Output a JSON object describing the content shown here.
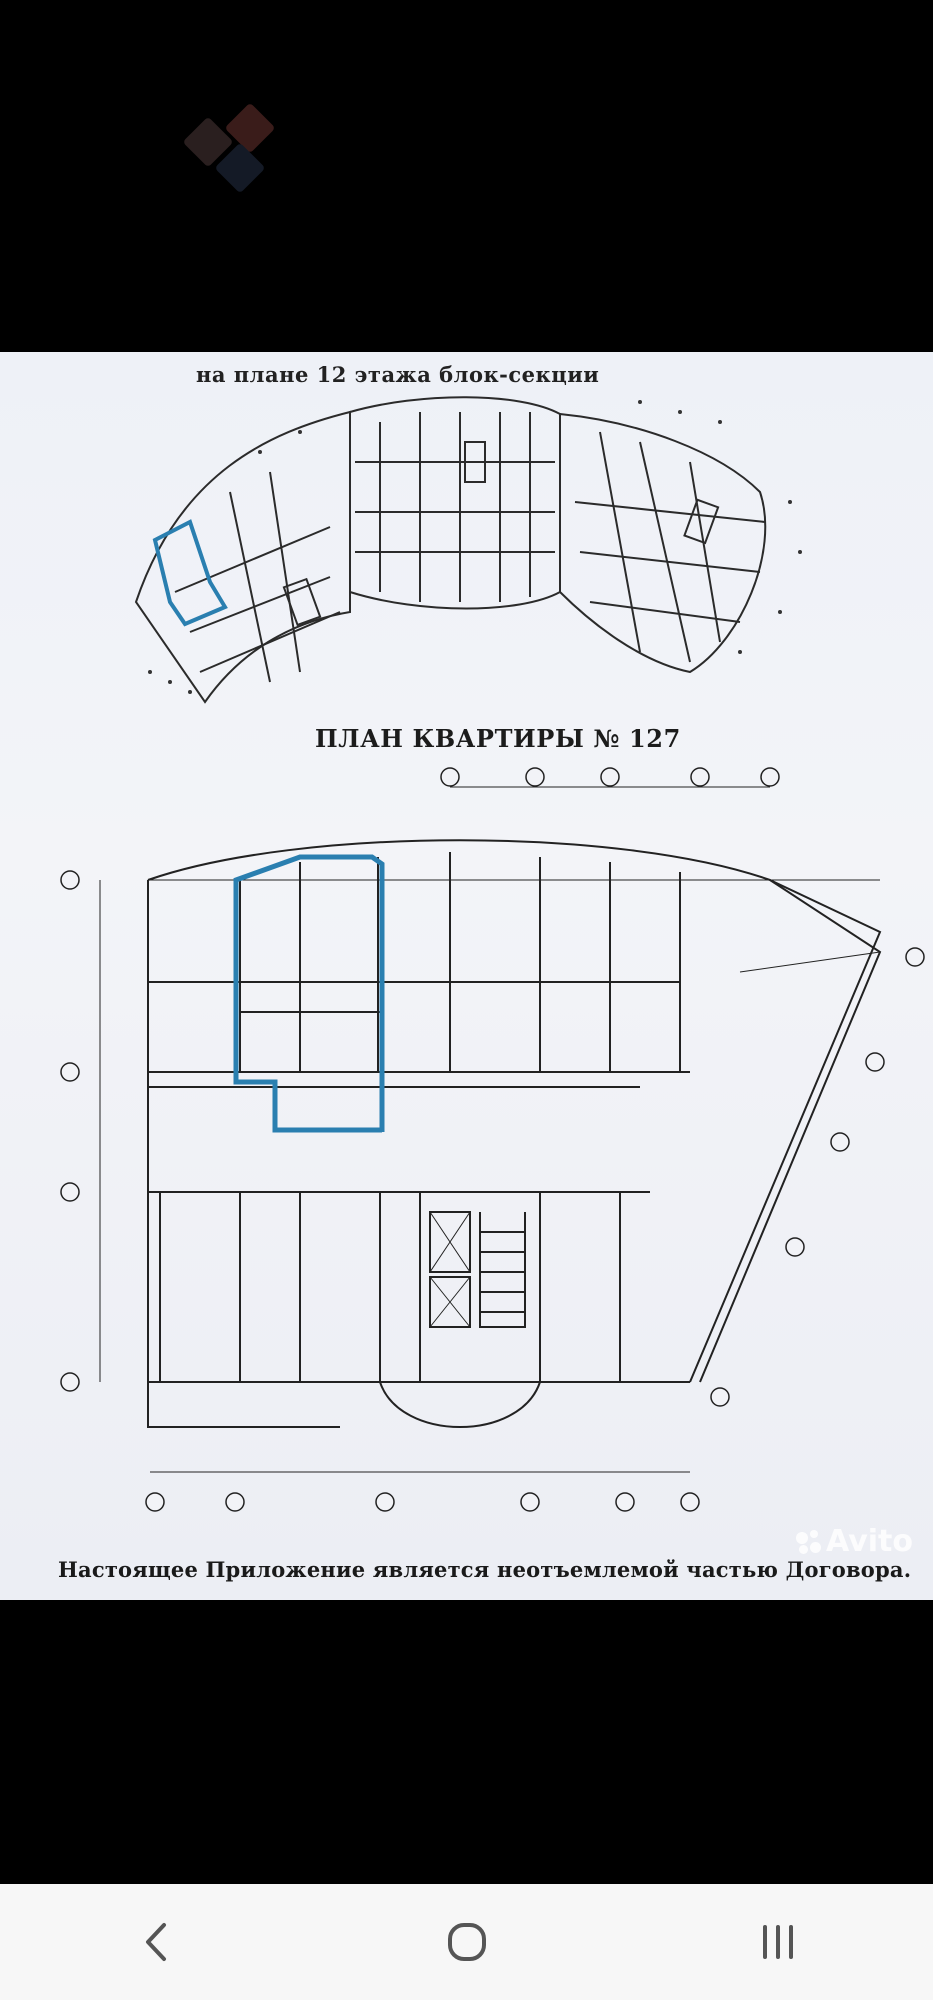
{
  "document": {
    "header_line": "на плане 12 этажа блок-секции",
    "plan_title": "ПЛАН КВАРТИРЫ № 127",
    "footer": "Настоящее Приложение является неотъемлемой частью Договора."
  },
  "watermark": {
    "text": "Avito",
    "icon": "avito-dots-icon"
  },
  "navbar": {
    "back_icon": "back-chevron-icon",
    "home_icon": "home-circle-icon",
    "recents_icon": "recents-bars-icon"
  },
  "colors": {
    "highlight": "#2a7fb0",
    "paper": "#eef1f7",
    "ink": "#1f1f1f",
    "background": "#000000",
    "navbar": "#f7f7f7"
  }
}
